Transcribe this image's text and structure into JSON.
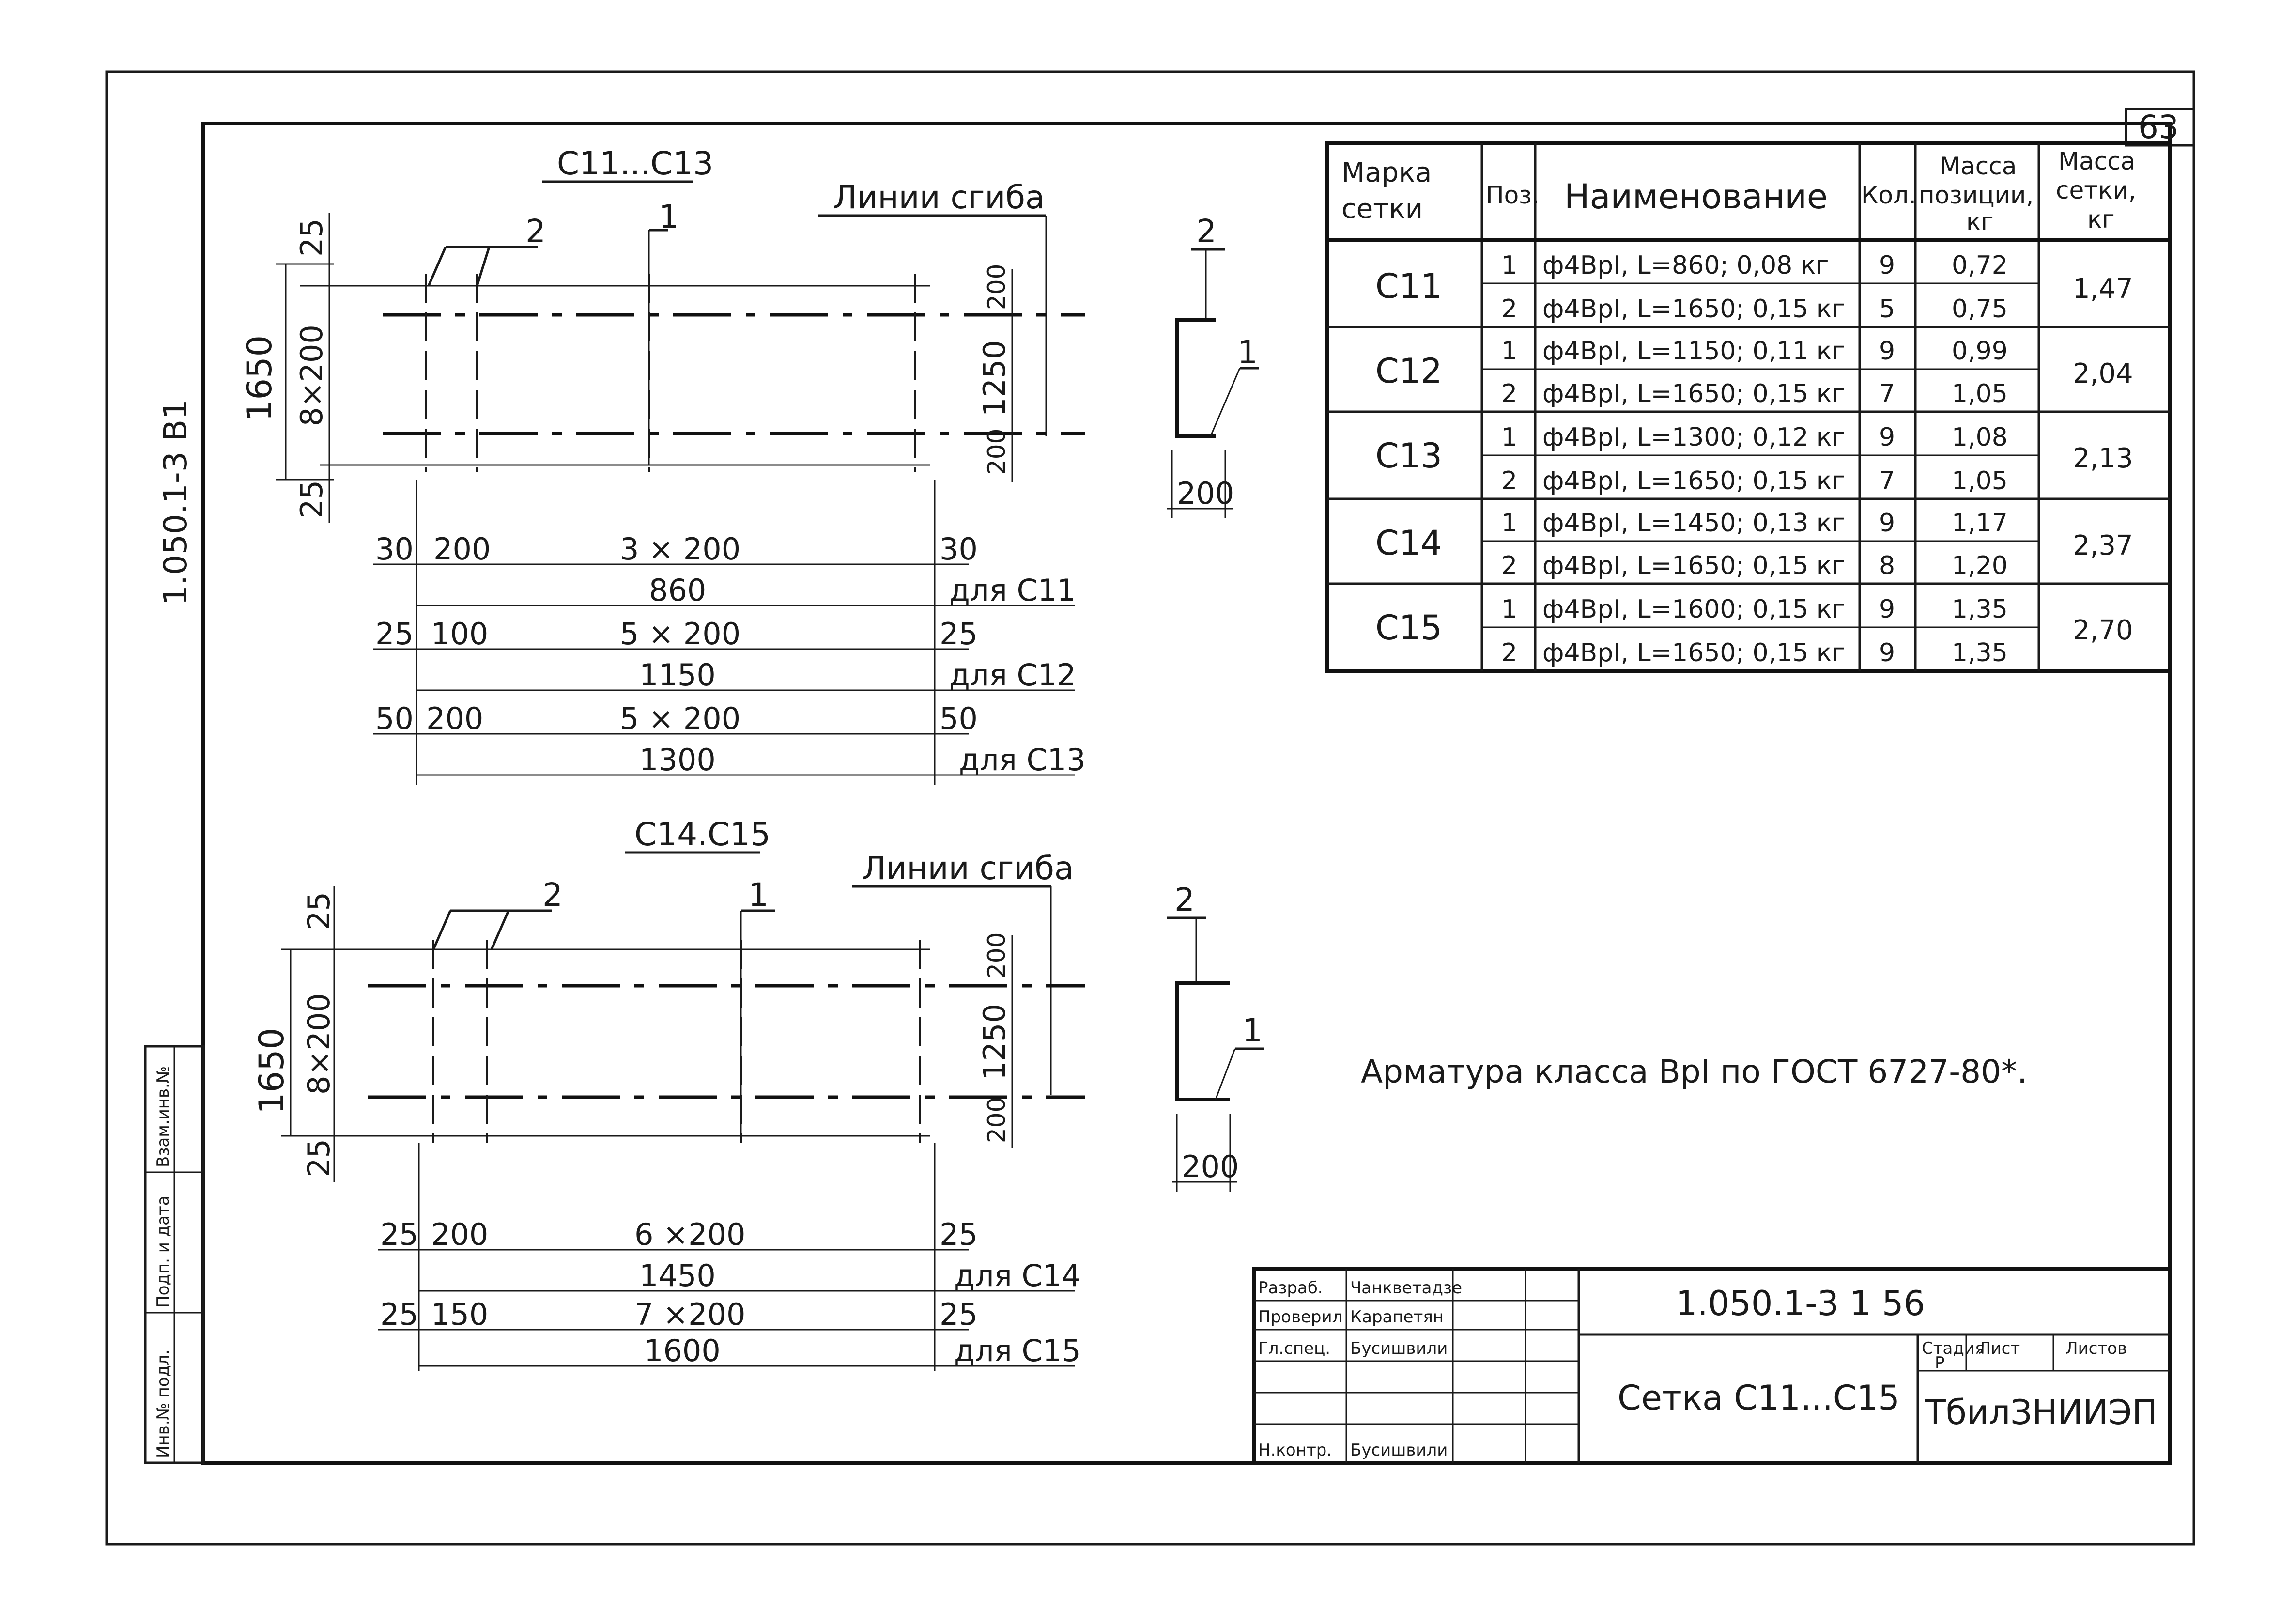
{
  "sheet": {
    "page_number": "63",
    "side_code": "1.050.1-3  В1",
    "note": "Арматура класса ВрI по ГОСТ 6727-80*."
  },
  "top_view": {
    "title": "С11...С13",
    "bend_label": "Линии сгиба",
    "pos_2": "2",
    "pos_1": "1",
    "dim_25_top": "25",
    "dim_25_bot": "25",
    "dim_1650": "1650",
    "dim_8x200": "8×200",
    "dim_200_top": "200",
    "dim_1250": "1250",
    "dim_200_bot": "200",
    "rows": [
      {
        "left": "30",
        "step": "200",
        "center": "3 × 200",
        "right": "30",
        "total": "860",
        "for": "для С11"
      },
      {
        "left": "25",
        "step": "100",
        "center": "5 × 200",
        "right": "25",
        "total": "1150",
        "for": "для С12"
      },
      {
        "left": "50",
        "step": "200",
        "center": "5 × 200",
        "right": "50",
        "total": "1300",
        "for": "для С13"
      }
    ],
    "section_pos_2": "2",
    "section_pos_1": "1",
    "section_dim": "200"
  },
  "bottom_view": {
    "title": "С14.С15",
    "bend_label": "Линии сгиба",
    "pos_2": "2",
    "pos_1": "1",
    "dim_25_top": "25",
    "dim_25_bot": "25",
    "dim_1650": "1650",
    "dim_8x200": "8×200",
    "dim_200_top": "200",
    "dim_1250": "1250",
    "dim_200_bot": "200",
    "rows": [
      {
        "left": "25",
        "step": "200",
        "center": "6 ×200",
        "right": "25",
        "total": "1450",
        "for": "для С14"
      },
      {
        "left": "25",
        "step": "150",
        "center": "7 ×200",
        "right": "25",
        "total": "1600",
        "for": "для С15"
      }
    ],
    "section_pos_2": "2",
    "section_pos_1": "1",
    "section_dim": "200"
  },
  "spec_table": {
    "headers": {
      "mark": [
        "Марка",
        "сетки"
      ],
      "pos": "Поз.",
      "name": "Наименование",
      "qty": "Кол.",
      "mass_pos": [
        "Масса",
        "позиции,",
        "кг"
      ],
      "mass_net": [
        "Масса",
        "сетки,",
        "кг"
      ]
    },
    "groups": [
      {
        "mark": "С11",
        "total": "1,47",
        "rows": [
          {
            "pos": "1",
            "name": "ф4ВрI, L=860; 0,08 кг",
            "qty": "9",
            "mass": "0,72"
          },
          {
            "pos": "2",
            "name": "ф4ВрI, L=1650; 0,15 кг",
            "qty": "5",
            "mass": "0,75"
          }
        ]
      },
      {
        "mark": "С12",
        "total": "2,04",
        "rows": [
          {
            "pos": "1",
            "name": "ф4ВрI, L=1150; 0,11 кг",
            "qty": "9",
            "mass": "0,99"
          },
          {
            "pos": "2",
            "name": "ф4ВрI, L=1650; 0,15 кг",
            "qty": "7",
            "mass": "1,05"
          }
        ]
      },
      {
        "mark": "С13",
        "total": "2,13",
        "rows": [
          {
            "pos": "1",
            "name": "ф4ВрI, L=1300; 0,12 кг",
            "qty": "9",
            "mass": "1,08"
          },
          {
            "pos": "2",
            "name": "ф4ВрI, L=1650; 0,15 кг",
            "qty": "7",
            "mass": "1,05"
          }
        ]
      },
      {
        "mark": "С14",
        "total": "2,37",
        "rows": [
          {
            "pos": "1",
            "name": "ф4ВрI, L=1450; 0,13 кг",
            "qty": "9",
            "mass": "1,17"
          },
          {
            "pos": "2",
            "name": "ф4ВрI, L=1650; 0,15 кг",
            "qty": "8",
            "mass": "1,20"
          }
        ]
      },
      {
        "mark": "С15",
        "total": "2,70",
        "rows": [
          {
            "pos": "1",
            "name": "ф4ВрI, L=1600; 0,15 кг",
            "qty": "9",
            "mass": "1,35"
          },
          {
            "pos": "2",
            "name": "ф4ВрI, L=1650; 0,15 кг",
            "qty": "9",
            "mass": "1,35"
          }
        ]
      }
    ]
  },
  "title_block": {
    "doc_code": "1.050.1-3  1  56",
    "drawing_name": "Сетка С11...С15",
    "org": "ТбилЗНИИЭП",
    "rows": [
      {
        "role": "Разраб.",
        "name": "Чанкветадзе"
      },
      {
        "role": "Проверил",
        "name": "Карапетян"
      },
      {
        "role": "Гл.спец.",
        "name": "Бусишвили"
      },
      {
        "role": "",
        "name": ""
      },
      {
        "role": "",
        "name": ""
      },
      {
        "role": "Н.контр.",
        "name": "Бусишвили"
      }
    ],
    "stage_label": "Стадия",
    "sheet_label": "Лист",
    "sheets_label": "Листов",
    "stage": "Р"
  },
  "side_stamp": [
    "Инв.№ подл.",
    "Подп. и дата",
    "Взам.инв.№"
  ]
}
